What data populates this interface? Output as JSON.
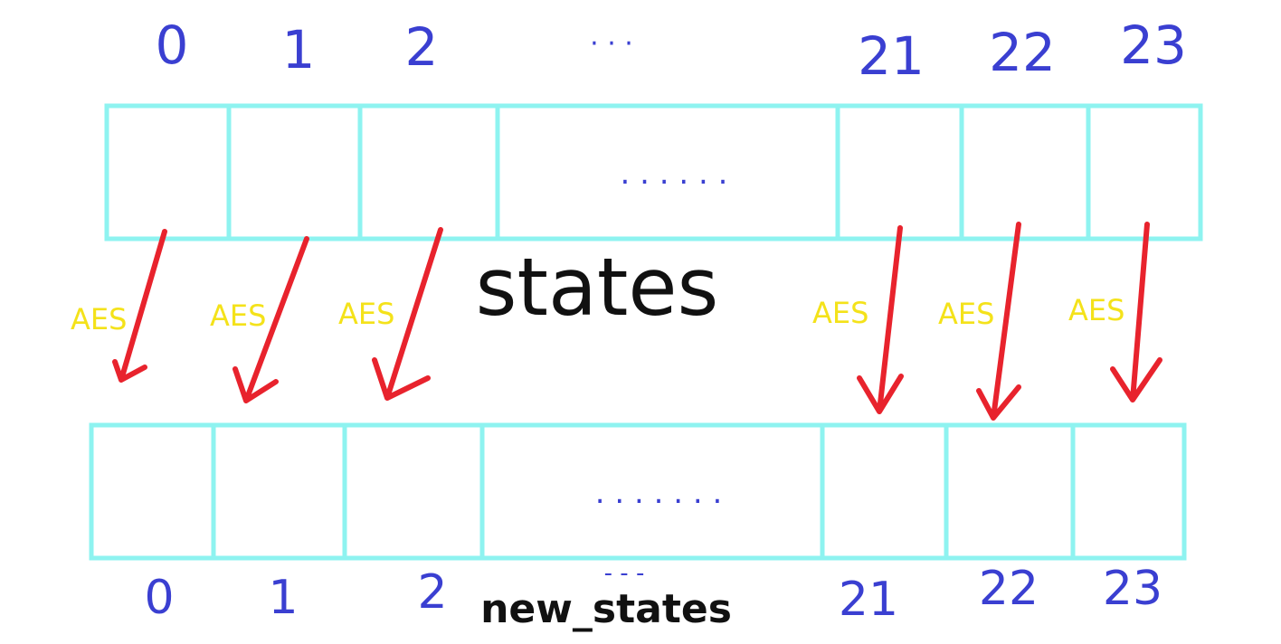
{
  "colors": {
    "cell_border": "#8ef3f0",
    "index": "#3a3fd1",
    "arrow": "#e8232d",
    "op_label": "#f4e21a",
    "title": "#111111"
  },
  "top_indices": [
    "0",
    "1",
    "2",
    "· · ·",
    "21",
    "22",
    "23"
  ],
  "top_ellipsis": ". . . . . .",
  "bottom_indices": [
    "0",
    "1",
    "2",
    "- - -",
    "21",
    "22",
    "23"
  ],
  "bottom_ellipsis": ". . . . . . .",
  "arrow_label": "AES",
  "states_label": "states",
  "new_states_label": "new_states"
}
